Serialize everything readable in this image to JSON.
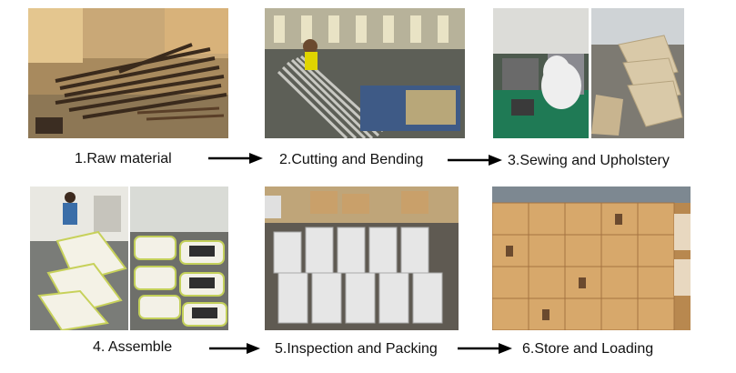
{
  "steps": [
    {
      "label": "1.Raw material"
    },
    {
      "label": "2.Cutting and Bending"
    },
    {
      "label": "3.Sewing and Upholstery"
    },
    {
      "label": "4. Assemble"
    },
    {
      "label": "5.Inspection and Packing"
    },
    {
      "label": "6.Store and Loading"
    }
  ],
  "colors": {
    "arrow": "#000000",
    "text": "#111111",
    "background": "#ffffff"
  },
  "icons": {
    "flow_arrow": "arrow-right-icon"
  }
}
